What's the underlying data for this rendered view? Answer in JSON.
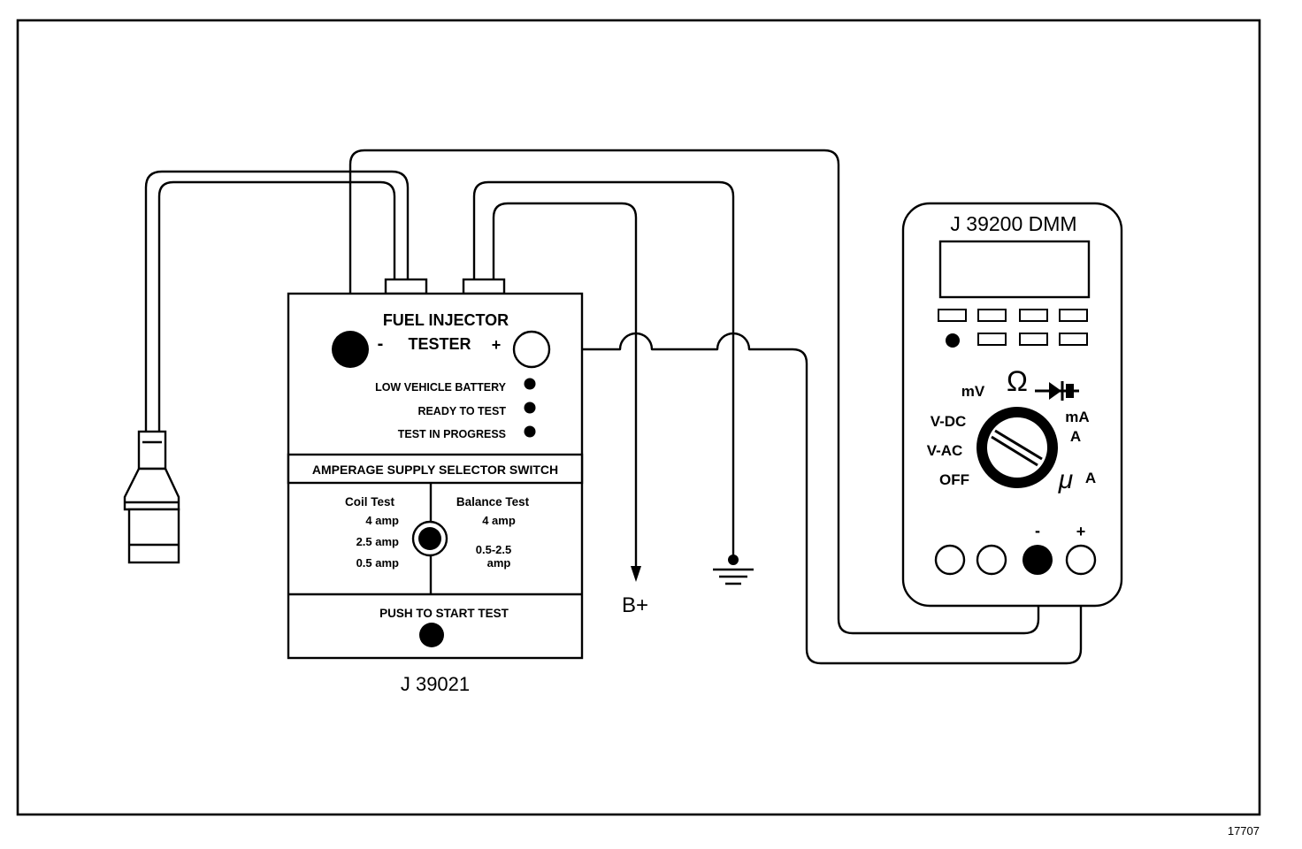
{
  "tester": {
    "title_line1": "FUEL INJECTOR",
    "title_line2": "TESTER",
    "minus": "-",
    "plus": "+",
    "indicators": [
      "LOW VEHICLE BATTERY",
      "READY TO TEST",
      "TEST IN PROGRESS"
    ],
    "selector_header": "AMPERAGE SUPPLY SELECTOR SWITCH",
    "coil_test": {
      "heading": "Coil Test",
      "values": [
        "4 amp",
        "2.5 amp",
        "0.5 amp"
      ]
    },
    "balance_test": {
      "heading": "Balance Test",
      "value1": "4 amp",
      "value2_line1": "0.5-2.5",
      "value2_line2": "amp"
    },
    "push_label": "PUSH TO START TEST",
    "part_number": "J 39021"
  },
  "battery_label": "B+",
  "dmm": {
    "title": "J 39200 DMM",
    "dial_labels": {
      "mv": "mV",
      "ohm": "Ω",
      "vdc": "V-DC",
      "vac": "V-AC",
      "off": "OFF",
      "ma": "mA",
      "a": "A",
      "ua_mu": "μ",
      "ua_a": "A"
    },
    "jack_minus": "-",
    "jack_plus": "+"
  },
  "figure_number": "17707"
}
